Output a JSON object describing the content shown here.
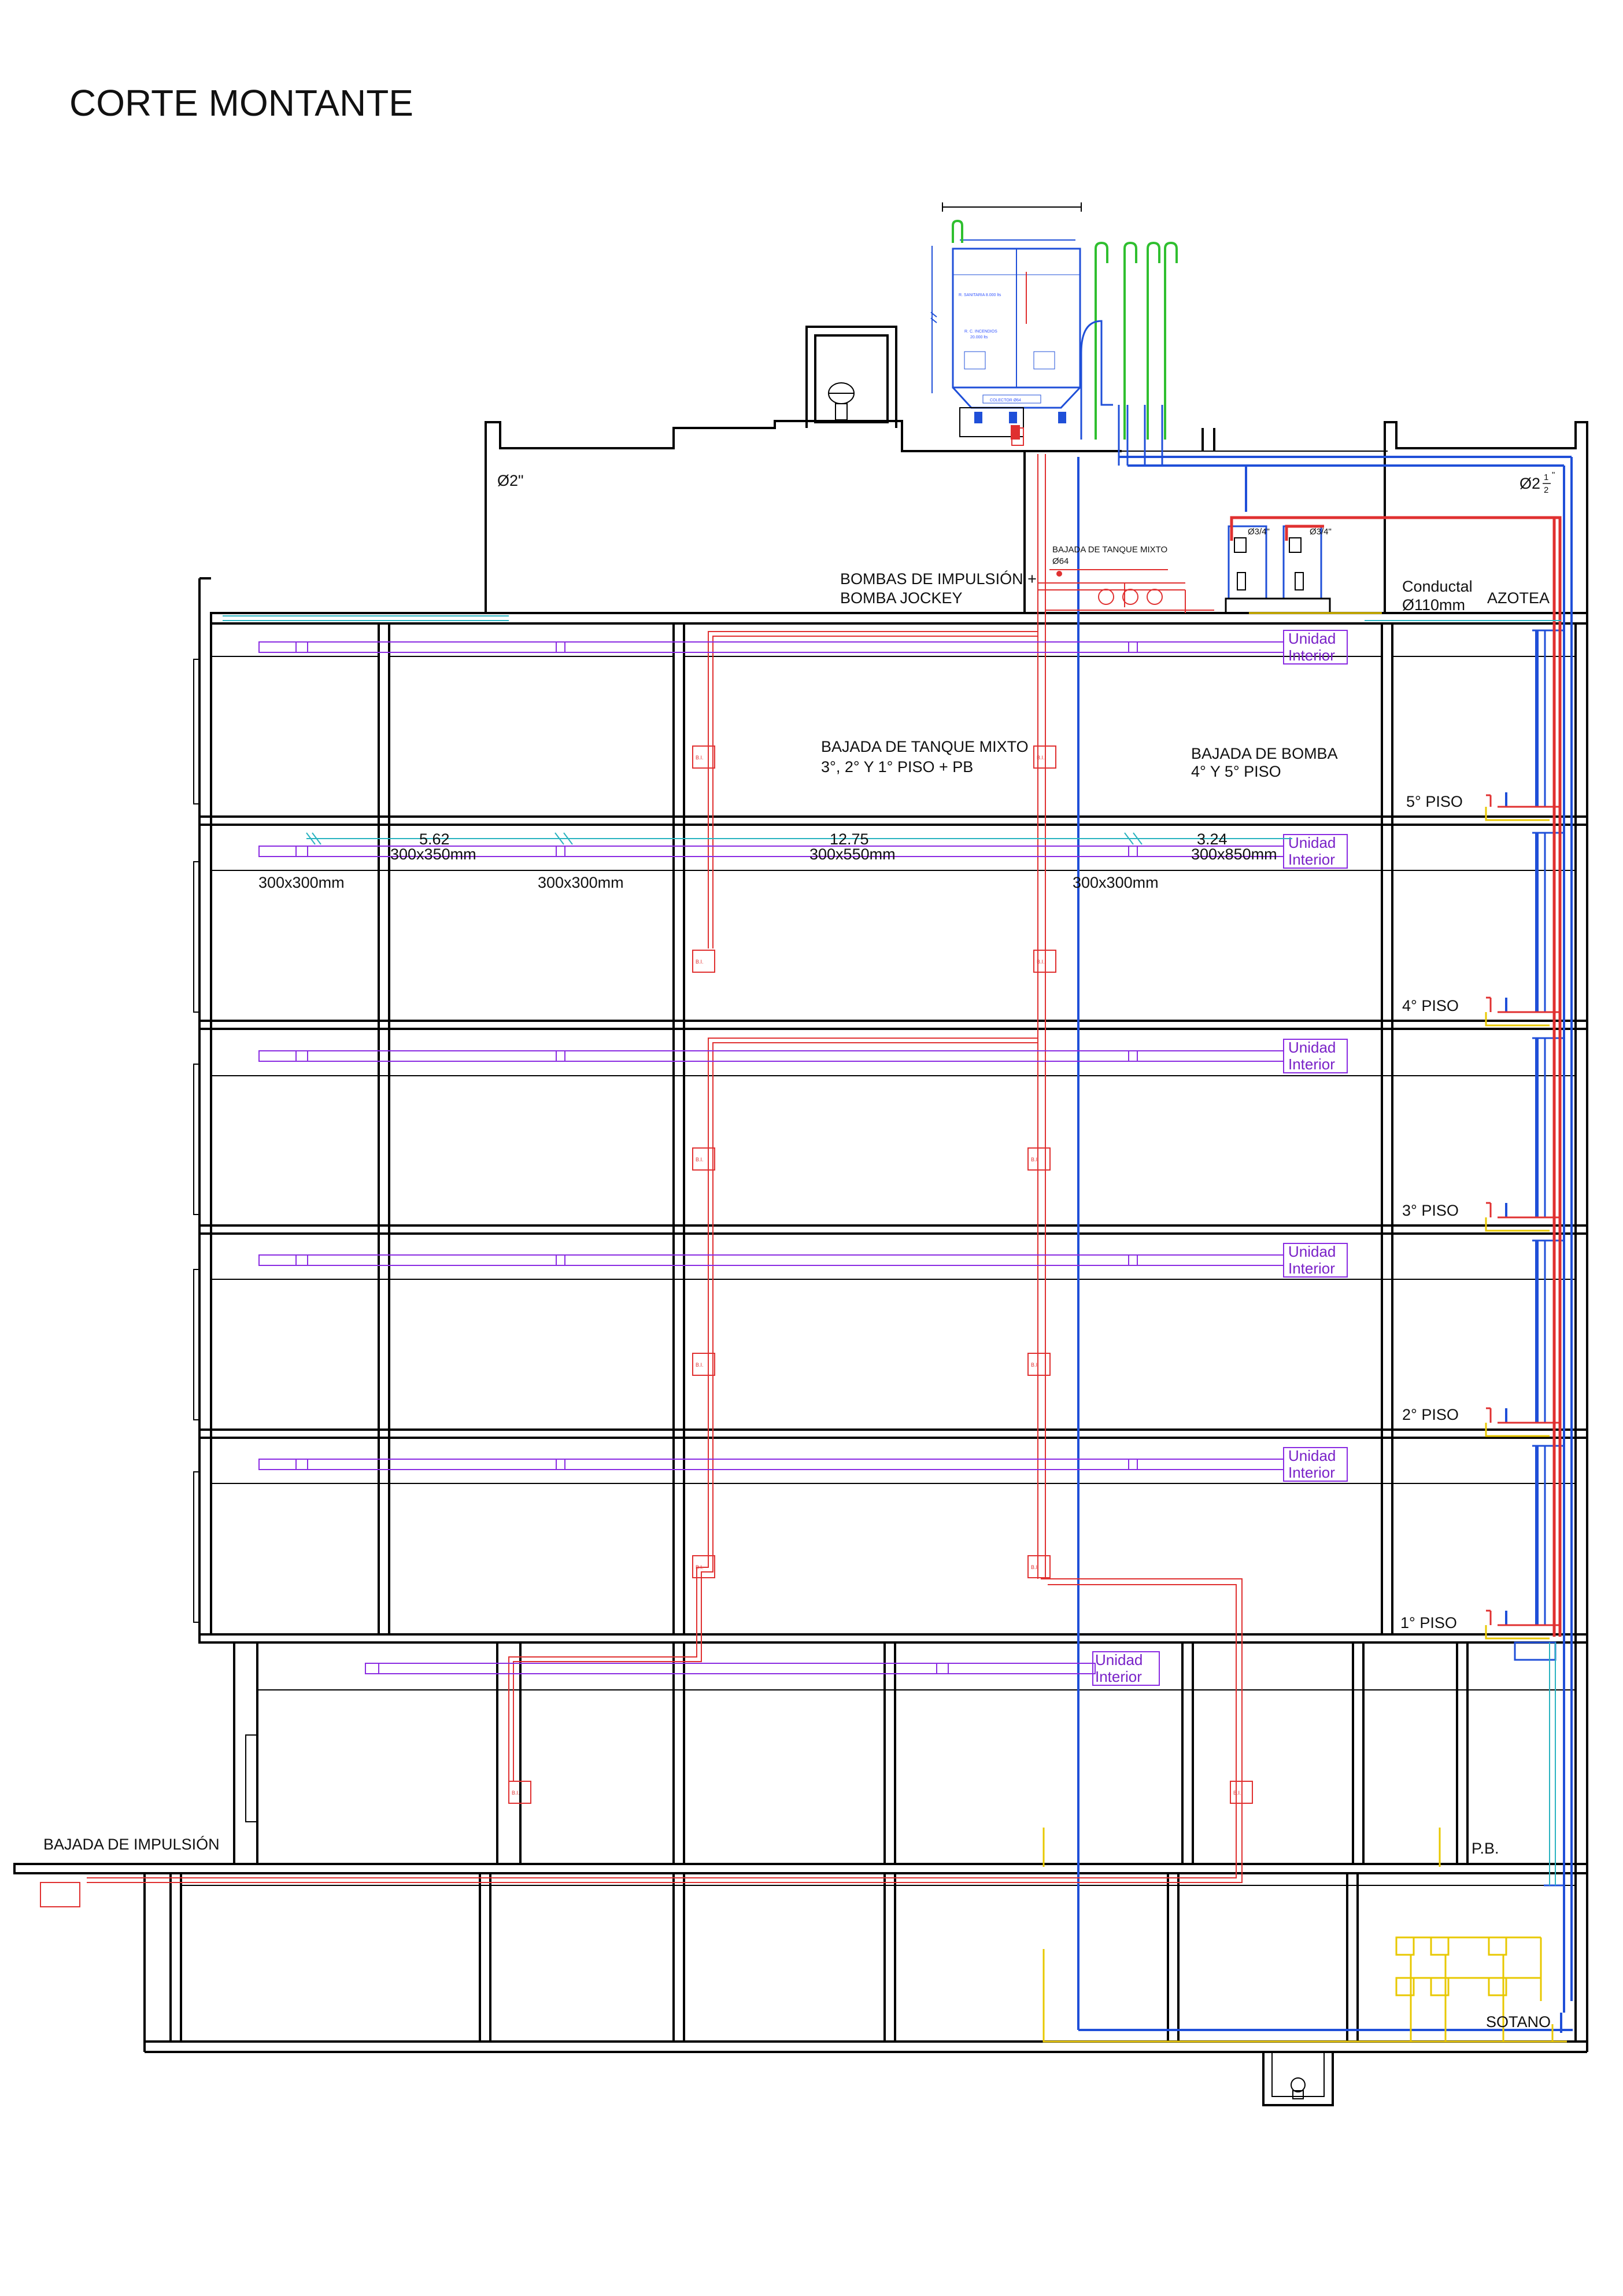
{
  "title": "CORTE MONTANTE",
  "labels": {
    "pipe_2in": "Ø2\"",
    "pipe_2half_main": "Ø2",
    "pipe_2half_num": "1",
    "pipe_2half_den": "2",
    "pipe_2half_quote": "\"",
    "pumps_line1": "BOMBAS DE IMPULSIÓN +",
    "pumps_line2": "BOMBA JOCKEY",
    "bajada_tanque_small": "BAJADA DE TANQUE MIXTO",
    "bajada_tanque_small_diam": "Ø64",
    "conductal_line1": "Conductal",
    "conductal_line2": "Ø110mm",
    "azotea": "AZOTEA",
    "bajada_tanque_line1": "BAJADA DE TANQUE MIXTO",
    "bajada_tanque_line2": "3°, 2° Y 1° PISO + PB",
    "bajada_bomba_line1": "BAJADA DE BOMBA",
    "bajada_bomba_line2": "4° Y 5° PISO",
    "pipe_34_a": "Ø3/4\"",
    "pipe_34_b": "Ø3/4\"",
    "bajada_impulsion": "BAJADA DE IMPULSIÓN",
    "sotano": "SOTANO",
    "pb": "P.B."
  },
  "tank": {
    "sanitaria": "R. SANITARIA 8.000 lts",
    "incendio_line1": "R. C. INCENDIOS",
    "incendio_line2": "20.000 lts",
    "colector": "COLECTOR Ø64"
  },
  "floors": [
    "5° PISO",
    "4° PISO",
    "3° PISO",
    "2° PISO",
    "1° PISO"
  ],
  "unidad_interior": {
    "line1": "Unidad",
    "line2": "Interior"
  },
  "bi_label": "B.I.",
  "dimensions": {
    "dim_a": "5.62",
    "dim_b": "12.75",
    "dim_c": "3.24",
    "duct_a": "300x350mm",
    "duct_b": "300x550mm",
    "duct_c": "300x850mm",
    "grille_a": "300x300mm",
    "grille_b": "300x300mm",
    "grille_c": "300x300mm"
  },
  "colors": {
    "structure": "#000000",
    "hvac_duct": "#8a2be2",
    "fire_water": "#e03030",
    "cold_water": "#1f4fd8",
    "vent": "#2fbf2f",
    "drain": "#e8c800",
    "cyan": "#2ab3c0"
  }
}
